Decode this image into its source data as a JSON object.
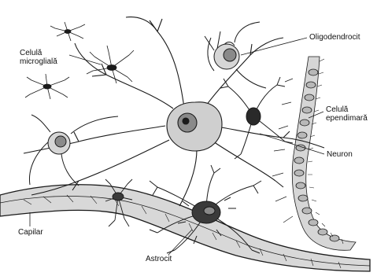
{
  "labels": {
    "microglia_line1": "Celulă",
    "microglia_line2": "microglială",
    "oligodendrocyte": "Oligodendrocit",
    "ependymal_line1": "Celulă",
    "ependymal_line2": "ependimară",
    "neuron": "Neuron",
    "capillary": "Capilar",
    "astrocyte": "Astrocit"
  },
  "colors": {
    "ink": "#1a1a1a",
    "cell_fill": "#cfcfcf",
    "nucleus_fill": "#8a8a8a",
    "background": "#ffffff"
  }
}
